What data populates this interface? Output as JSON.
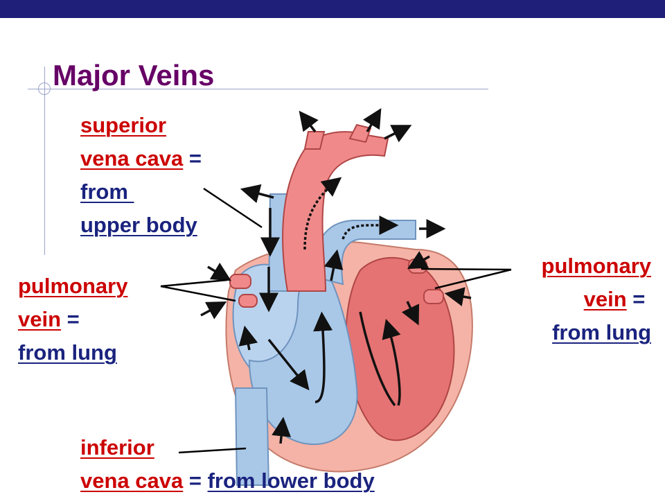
{
  "slide": {
    "title": "Major Veins",
    "colors": {
      "bar": "#1f1f7a",
      "title": "#660066",
      "term": "#cc0000",
      "definition": "#1a237e",
      "deoxygenated": "#a9c8e8",
      "oxygenated": "#f2a0a0"
    }
  },
  "labels": {
    "superior": {
      "term_line1": "superior",
      "term_line2": "vena cava",
      "equals": " =",
      "def_line1": "from ",
      "def_line2": "upper body"
    },
    "pulmonary_left": {
      "term_line1": "pulmonary",
      "term_line2": "vein",
      "equals": " =",
      "def_line1": "from lung"
    },
    "pulmonary_right": {
      "term_line1": "pulmonary",
      "term_line2": "vein",
      "equals": " = ",
      "def_line1": "from lung"
    },
    "inferior": {
      "term_line1": "inferior",
      "term_line2": "vena cava",
      "equals": " = ",
      "def_line1": "from lower body"
    }
  }
}
